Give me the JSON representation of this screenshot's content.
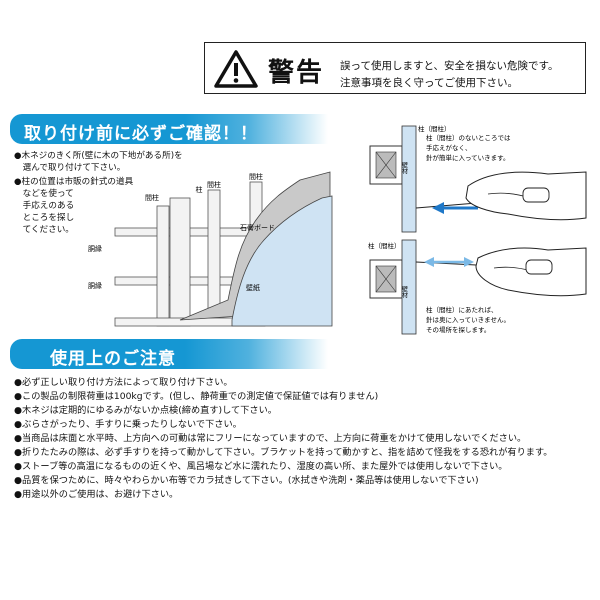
{
  "warning": {
    "title": "警告",
    "line1": "誤って使用しますと、安全を損ない危険です。",
    "line2": "注意事項を良く守ってご使用下さい。",
    "icon": "warning-triangle-icon"
  },
  "install_check": {
    "heading": "取り付け前に必ずご確認！！",
    "lines": [
      "●木ネジのきく所(壁に木の下地がある所)を",
      "　選んで取り付けて下さい。",
      "●柱の位置は市販の針式の道具",
      "　などを使って",
      "　手応えのある",
      "　ところを探し",
      "　てください。"
    ]
  },
  "wall_diagram": {
    "label_pillar": "柱",
    "label_stud1": "間柱",
    "label_stud2": "間柱",
    "label_stud3": "間柱",
    "label_furring1": "胴縁",
    "label_furring2": "胴縁",
    "label_board": "石膏ボード",
    "label_wallpaper": "壁紙"
  },
  "needle_diagram_top": {
    "label_pillar": "柱（間柱）",
    "label_wall": "壁材",
    "callout_lines": [
      "柱（間柱）のないところでは",
      "手応えがなく、",
      "針が簡単に入っていきます。"
    ]
  },
  "needle_diagram_bottom": {
    "label_pillar": "柱（間柱）",
    "label_wall": "壁材",
    "callout_lines": [
      "柱（間柱）にあたれば、",
      "針は奥に入っていきません。",
      "その場所を探します。"
    ]
  },
  "usage_notes": {
    "heading": "使用上のご注意",
    "items": [
      "●必ず正しい取り付け方法によって取り付け下さい。",
      "●この製品の制限荷重は100kgです。(但し、静荷重での測定値で保証値では有りません)",
      "●木ネジは定期的にゆるみがないか点検(締め直す)して下さい。",
      "●ぶらさがったり、手すりに乗ったりしないで下さい。",
      "●当商品は床面と水平時、上方向への可動は常にフリーになっていますので、上方向に荷重をかけて使用しないでください。",
      "●折りたたみの際は、必ず手すりを持って動かして下さい。ブラケットを持って動かすと、指を詰めて怪我をする恐れが有ります。",
      "●ストーブ等の高温になるものの近くや、風呂場など水に濡れたり、湿度の高い所、また屋外では使用しないで下さい。",
      "●品質を保つために、時々やわらかい布等でカラ拭きして下さい。(水拭きや洗剤・薬品等は使用しないで下さい)",
      "●用途以外のご使用は、お避け下さい。"
    ]
  },
  "colors": {
    "banner": "#1597d3",
    "wall_blue": "#cfe3f3",
    "arrow_blue": "#1f78c8"
  }
}
